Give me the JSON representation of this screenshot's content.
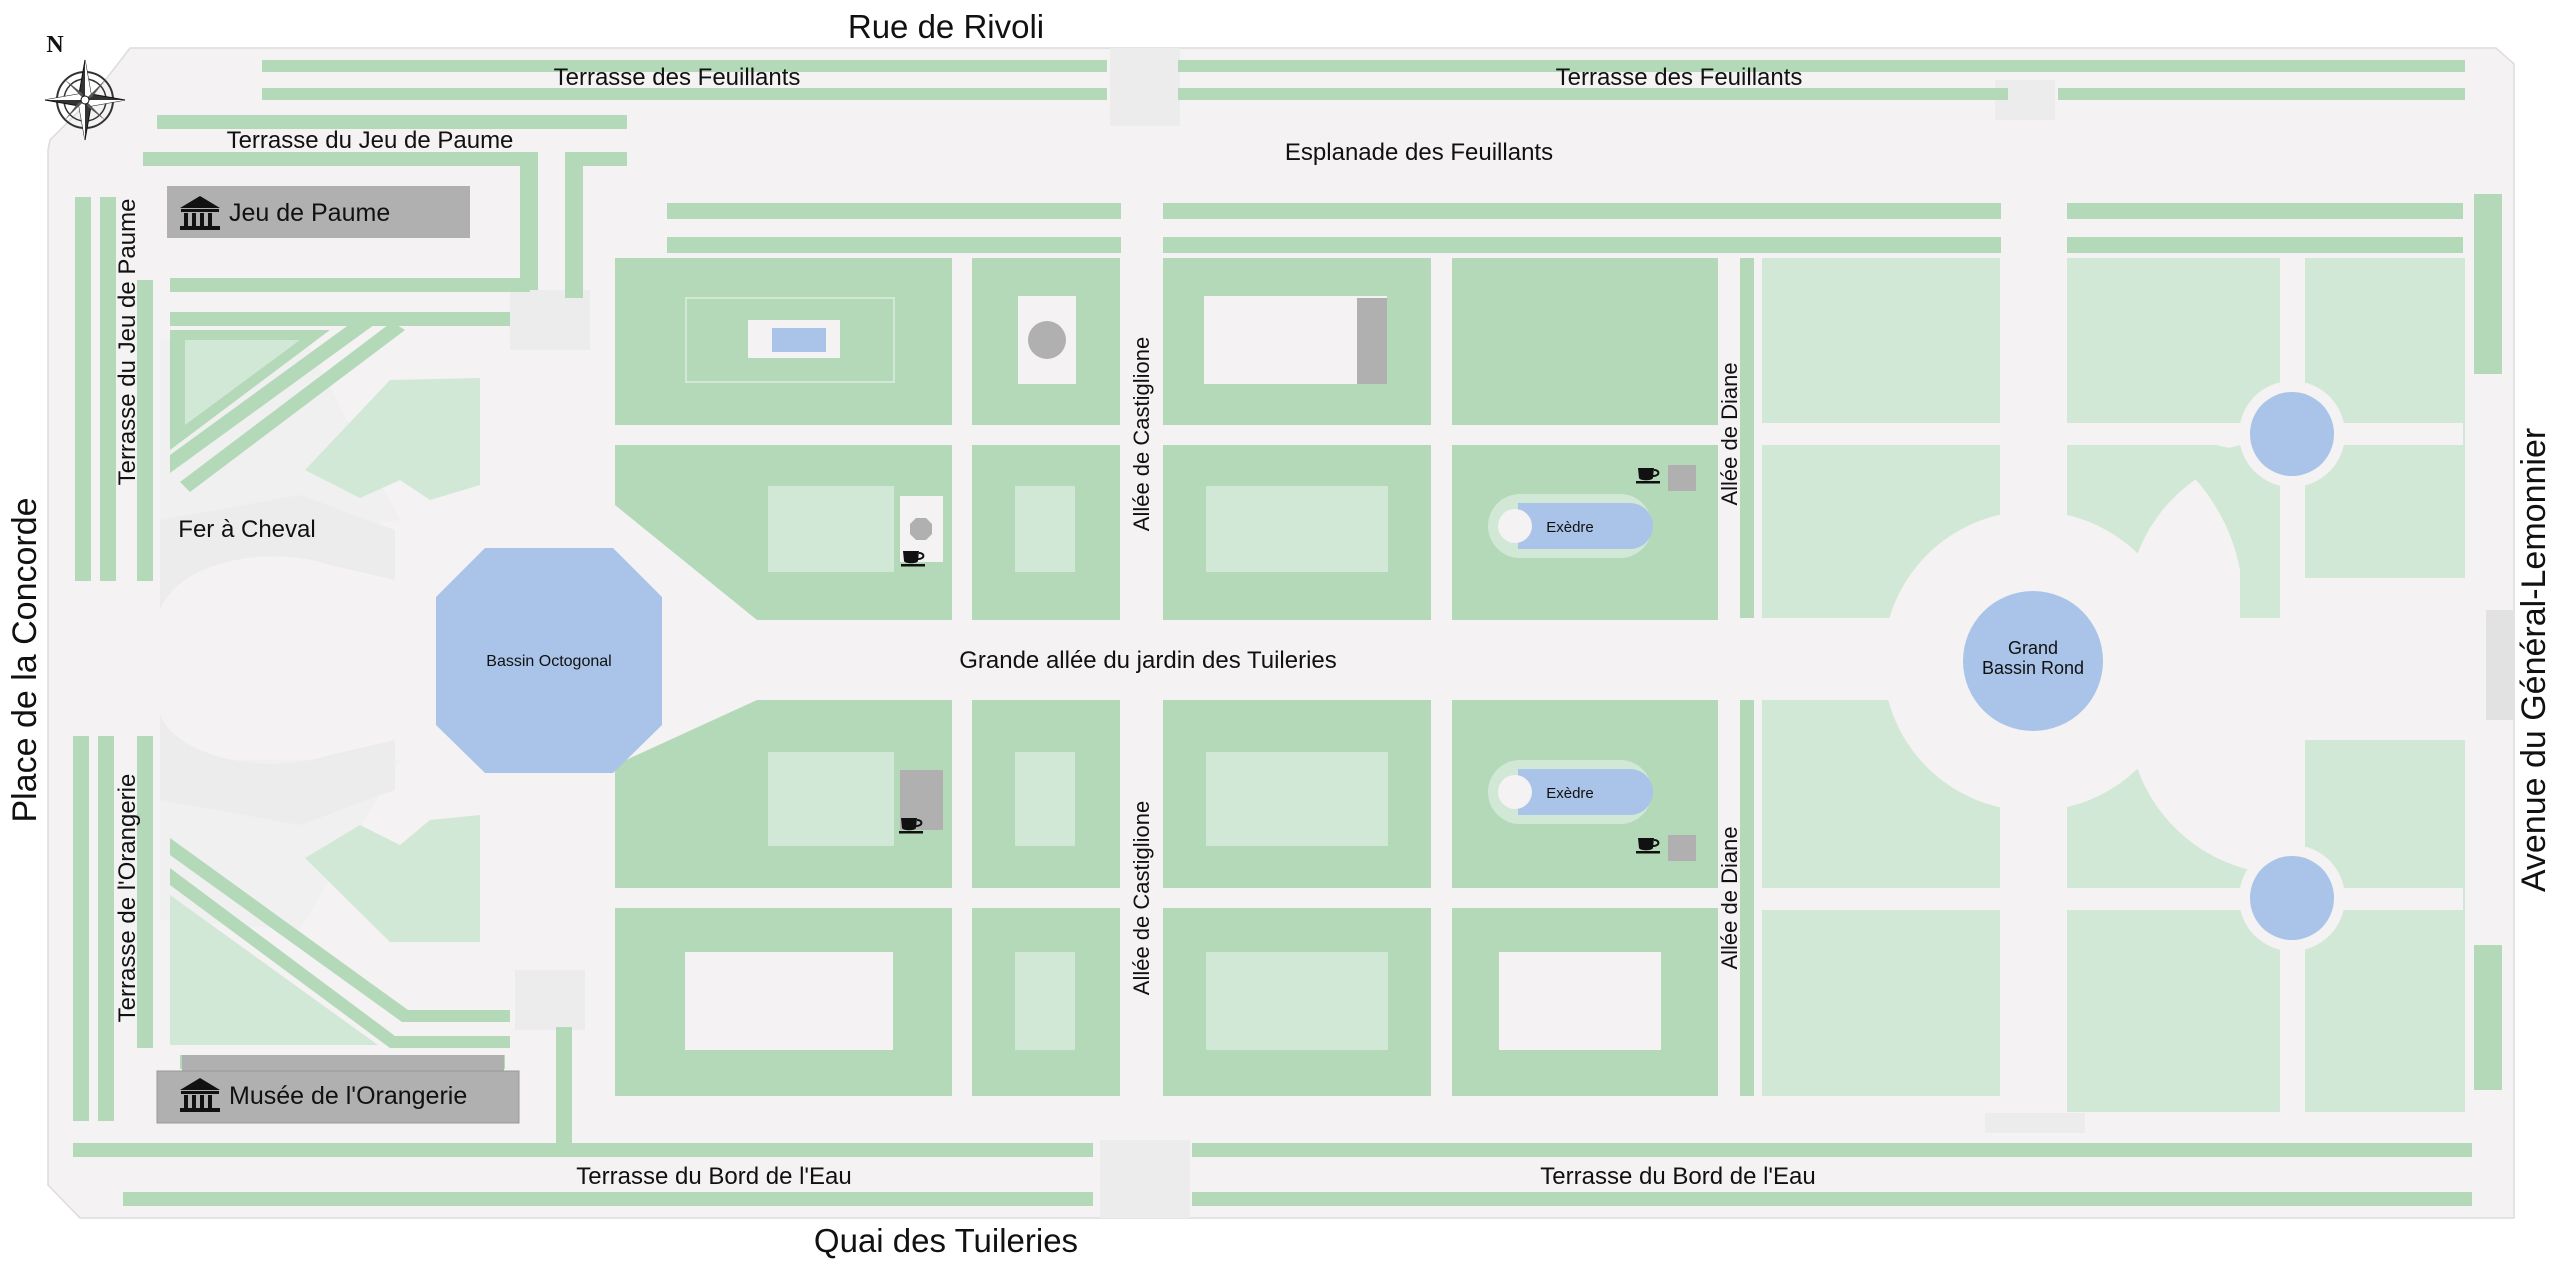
{
  "map": {
    "colors": {
      "path": "#f4f2f2",
      "lawn": "#b3d9b8",
      "lawn_light": "#d2e8d6",
      "water": "#a9c4e8",
      "building": "#b0b0b0",
      "grey_light": "#ececec",
      "text": "#111111"
    },
    "compass": {
      "letter": "N",
      "icon": "compass-rose-icon"
    },
    "streets": {
      "north": "Rue de Rivoli",
      "south": "Quai des Tuileries",
      "west": "Place de la Concorde",
      "east": "Avenue du Général-Lemonnier"
    },
    "terraces": {
      "feuillants_left": "Terrasse des Feuillants",
      "feuillants_right": "Terrasse des Feuillants",
      "jeu_de_paume_h": "Terrasse du Jeu de Paume",
      "jeu_de_paume_v": "Terrasse du Jeu de Paume",
      "orangerie_v": "Terrasse de l'Orangerie",
      "bord_eau_left": "Terrasse du Bord de l'Eau",
      "bord_eau_right": "Terrasse du Bord de l'Eau"
    },
    "places": {
      "esplanade": "Esplanade des Feuillants",
      "fer_a_cheval": "Fer à Cheval",
      "grande_allee": "Grande allée du jardin des Tuileries",
      "castiglione_n": "Allée de Castiglione",
      "castiglione_s": "Allée de Castiglione",
      "diane_n": "Allée de Diane",
      "diane_s": "Allée de Diane"
    },
    "museums": {
      "jeu_de_paume": {
        "label": "Jeu de Paume",
        "icon": "museum-icon"
      },
      "orangerie": {
        "label": "Musée de l'Orangerie",
        "icon": "museum-icon"
      }
    },
    "basins": {
      "octogonal": "Bassin Octogonal",
      "grand_rond_line1": "Grand",
      "grand_rond_line2": "Bassin Rond",
      "exedre_n": "Exèdre",
      "exedre_s": "Exèdre"
    },
    "cafe_icon": "cafe-cup-icon"
  }
}
